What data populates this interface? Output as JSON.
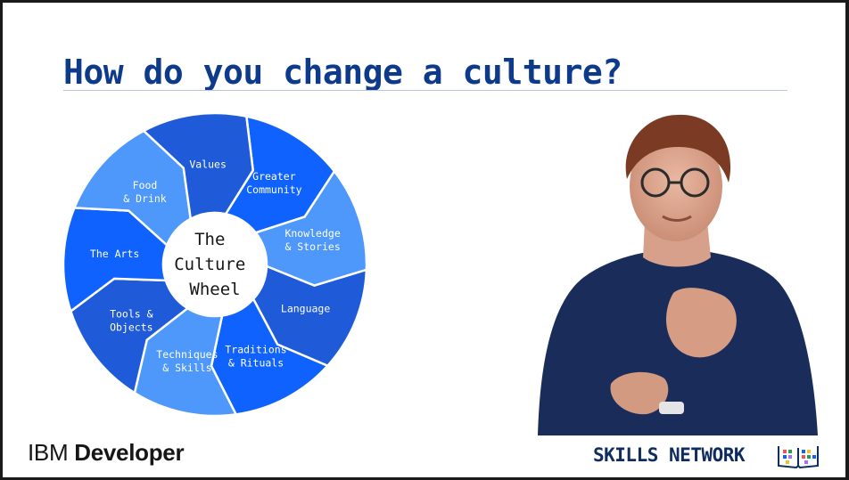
{
  "slide": {
    "title": "How do you change a culture?"
  },
  "wheel": {
    "center_title": [
      "The",
      "Culture",
      "Wheel"
    ],
    "segments": [
      {
        "lines": [
          "Greater",
          "Community"
        ],
        "color": "#0f62fe"
      },
      {
        "lines": [
          "Knowledge",
          "& Stories"
        ],
        "color": "#4e97fb"
      },
      {
        "lines": [
          "Language"
        ],
        "color": "#1f5ad8"
      },
      {
        "lines": [
          "Traditions",
          "& Rituals"
        ],
        "color": "#0f62fe"
      },
      {
        "lines": [
          "Techniques",
          "& Skills"
        ],
        "color": "#4e97fb"
      },
      {
        "lines": [
          "Tools &",
          "Objects"
        ],
        "color": "#1f5ad8"
      },
      {
        "lines": [
          "The Arts"
        ],
        "color": "#0f62fe"
      },
      {
        "lines": [
          "Food",
          "& Drink"
        ],
        "color": "#4e97fb"
      },
      {
        "lines": [
          "Values"
        ],
        "color": "#1f5ad8"
      }
    ]
  },
  "branding": {
    "left_part1": "IBM",
    "left_part2": "Developer",
    "right": "SKILLS NETWORK"
  },
  "colors": {
    "title": "#0e3a8c",
    "sweater": "#1a2d5a",
    "background": "#ffffff"
  }
}
